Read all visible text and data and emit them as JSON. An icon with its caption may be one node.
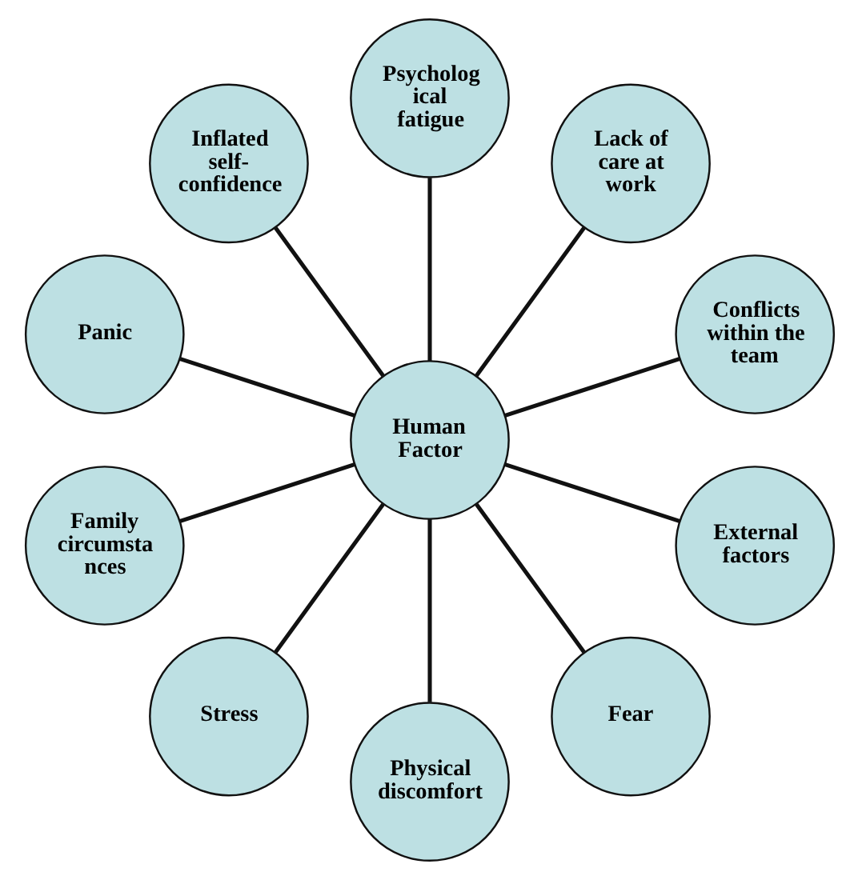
{
  "diagram": {
    "nodes": [
      {
        "text": [
          "Conflicts within the team"
        ]
      },
      {
        "text": [
          "Lack of care at work"
        ]
      },
      {
        "text": [
          "Psycholog ical fatigue"
        ]
      },
      {
        "text": [
          "Inflated self- confidence"
        ]
      },
      {
        "text": [
          "Panic"
        ]
      },
      {
        "text": [
          "Human Factor"
        ]
      },
      {
        "text": [
          "Family circumsta nces"
        ]
      },
      {
        "text": [
          "Stress"
        ]
      },
      {
        "text": [
          "Physical discomfort"
        ]
      },
      {
        "text": [
          "Fear"
        ]
      },
      {
        "text": [
          "External factors"
        ]
      }
    ],
    "edges": [
      {
        "from": 5,
        "to": 1,
        "arrow": "none"
      },
      {
        "from": 5,
        "to": 2,
        "arrow": "none"
      },
      {
        "from": 5,
        "to": 4,
        "arrow": "none"
      },
      {
        "from": 5,
        "to": 6,
        "arrow": "none"
      },
      {
        "from": 5,
        "to": 9,
        "arrow": "none"
      },
      {
        "from": 5,
        "to": 10,
        "arrow": "none"
      },
      {
        "from": 5,
        "to": 8,
        "arrow": "none"
      },
      {
        "from": 5,
        "to": 7,
        "arrow": "none"
      },
      {
        "from": 5,
        "to": 3,
        "arrow": "none"
      },
      {
        "from": 5,
        "to": 0,
        "arrow": "none"
      }
    ]
  }
}
